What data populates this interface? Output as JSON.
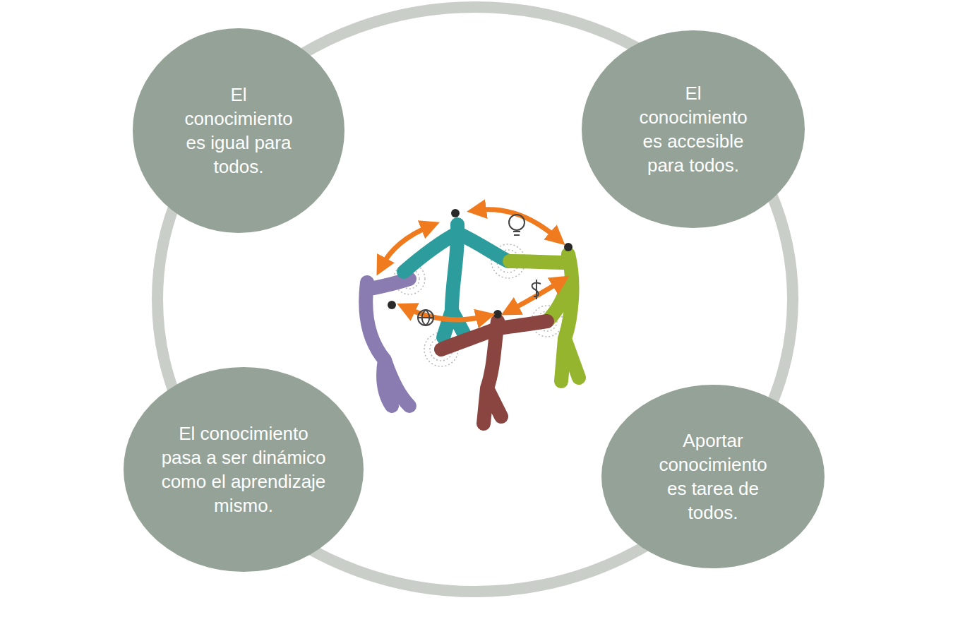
{
  "diagram": {
    "nodes": [
      {
        "text": [
          "El conocimiento es igual para todos."
        ]
      },
      {
        "text": [
          "El conocimiento es accesible para todos."
        ]
      },
      {
        "text": [
          "El conocimiento pasa a ser dinámico como el aprendizaje mismo."
        ]
      },
      {
        "text": [
          "Aportar conocimiento es tarea de todos."
        ]
      }
    ]
  }
}
